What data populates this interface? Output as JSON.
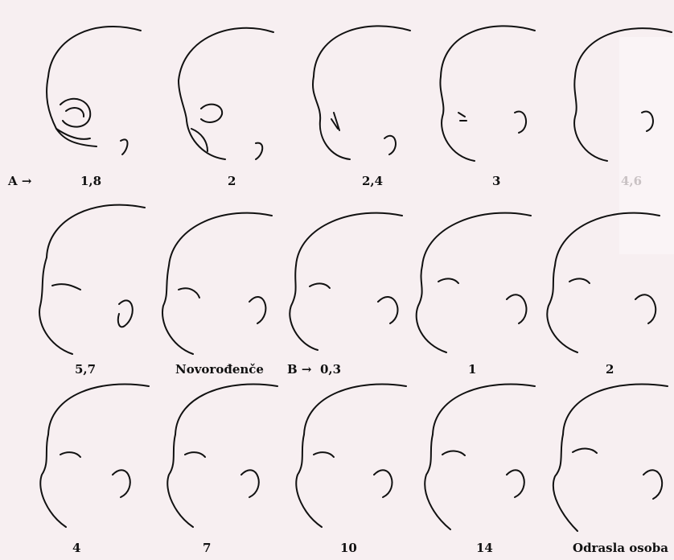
{
  "series_a": {
    "marker": "A →",
    "labels": [
      "1,8",
      "2",
      "2,4",
      "3",
      "4,6",
      "5,7"
    ]
  },
  "newborn": {
    "label": "Novorođenče"
  },
  "series_b": {
    "marker": "B →",
    "labels": [
      "0,3",
      "1",
      "2",
      "4",
      "7",
      "10",
      "14"
    ]
  },
  "adult": {
    "label": "Odrasla osoba"
  },
  "colors": {
    "background": "#f7eff1",
    "ink": "#111111",
    "watermark": "#c9c2c4"
  }
}
